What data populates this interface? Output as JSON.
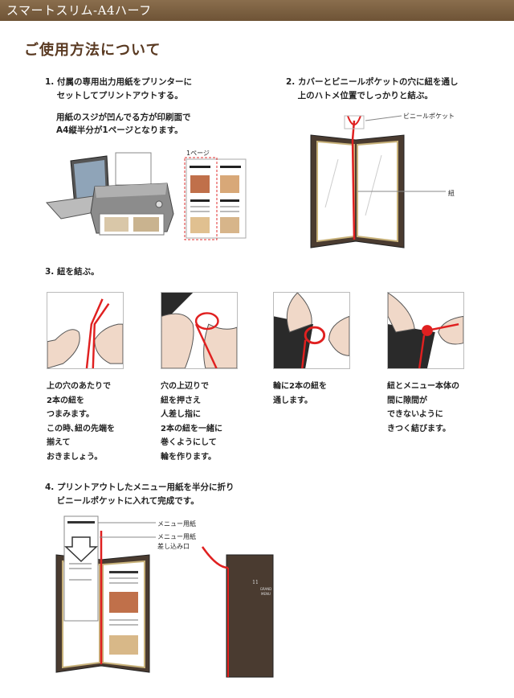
{
  "header": {
    "title": "スマートスリム-A4ハーフ"
  },
  "page": {
    "title": "ご使用方法について"
  },
  "step1": {
    "heading": "1. 付属の専用出力用紙をプリンターに\n    セットしてプリントアウトする。",
    "body": "用紙のスジが凹んでる方が印刷面で\nA4縦半分が1ページとなります。",
    "page_label": "1ページ"
  },
  "step2": {
    "heading": "2. カバーとビニールポケットの穴に紐を通し\n    上のハトメ位置でしっかりと結ぶ。",
    "label_pocket": "ビニールポケット",
    "label_string": "紐"
  },
  "step3": {
    "heading": "3. 紐を結ぶ。",
    "items": [
      "上の穴のあたりで\n2本の紐を\nつまみます。\nこの時､紐の先端を\n揃えて\nおきましょう。",
      "穴の上辺りで\n紐を押さえ\n人差し指に\n2本の紐を一緒に\n巻くようにして\n輪を作ります。",
      "輪に2本の紐を\n通します。",
      "紐とメニュー本体の\n間に隙間が\nできないように\nきつく結びます。"
    ]
  },
  "step4": {
    "heading": "4. プリントアウトしたメニュー用紙を半分に折り\n    ビニールポケットに入れて完成です。",
    "label_paper": "メニュー用紙",
    "label_slot": "メニュー用紙\n差し込み口",
    "logo_text": "GRAND MENU"
  },
  "colors": {
    "header": "#7a5e40",
    "title": "#5a3a22",
    "cover": "#4a3b30",
    "string": "#e02020"
  }
}
